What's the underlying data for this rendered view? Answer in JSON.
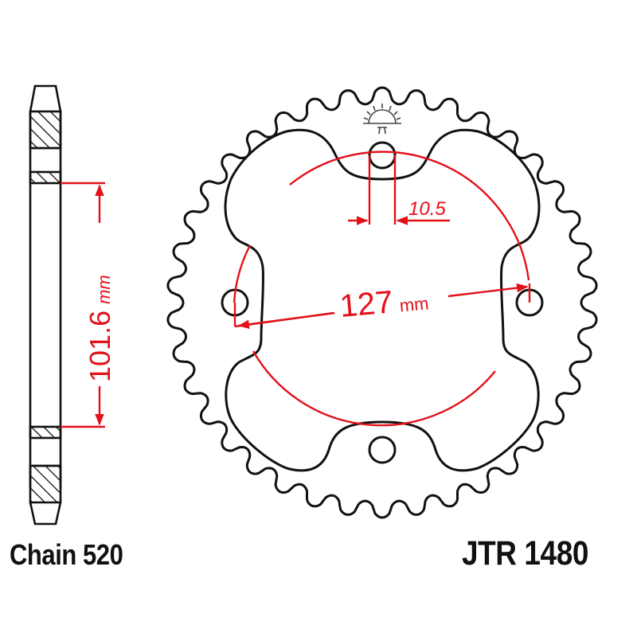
{
  "drawing": {
    "title_left": "Chain 520",
    "title_right": "JTR 1480",
    "colors": {
      "outline": "#111111",
      "dimension": "#e3101a",
      "background": "#ffffff"
    }
  },
  "side_view": {
    "dimension_value": "101.6",
    "dimension_unit": "mm"
  },
  "sprocket": {
    "teeth": 38,
    "bolt_holes": 4,
    "pitch_circle_value": "127",
    "pitch_circle_unit": "mm",
    "hole_diameter_value": "10.5",
    "logo_icon": "jt-sun-logo-icon"
  }
}
